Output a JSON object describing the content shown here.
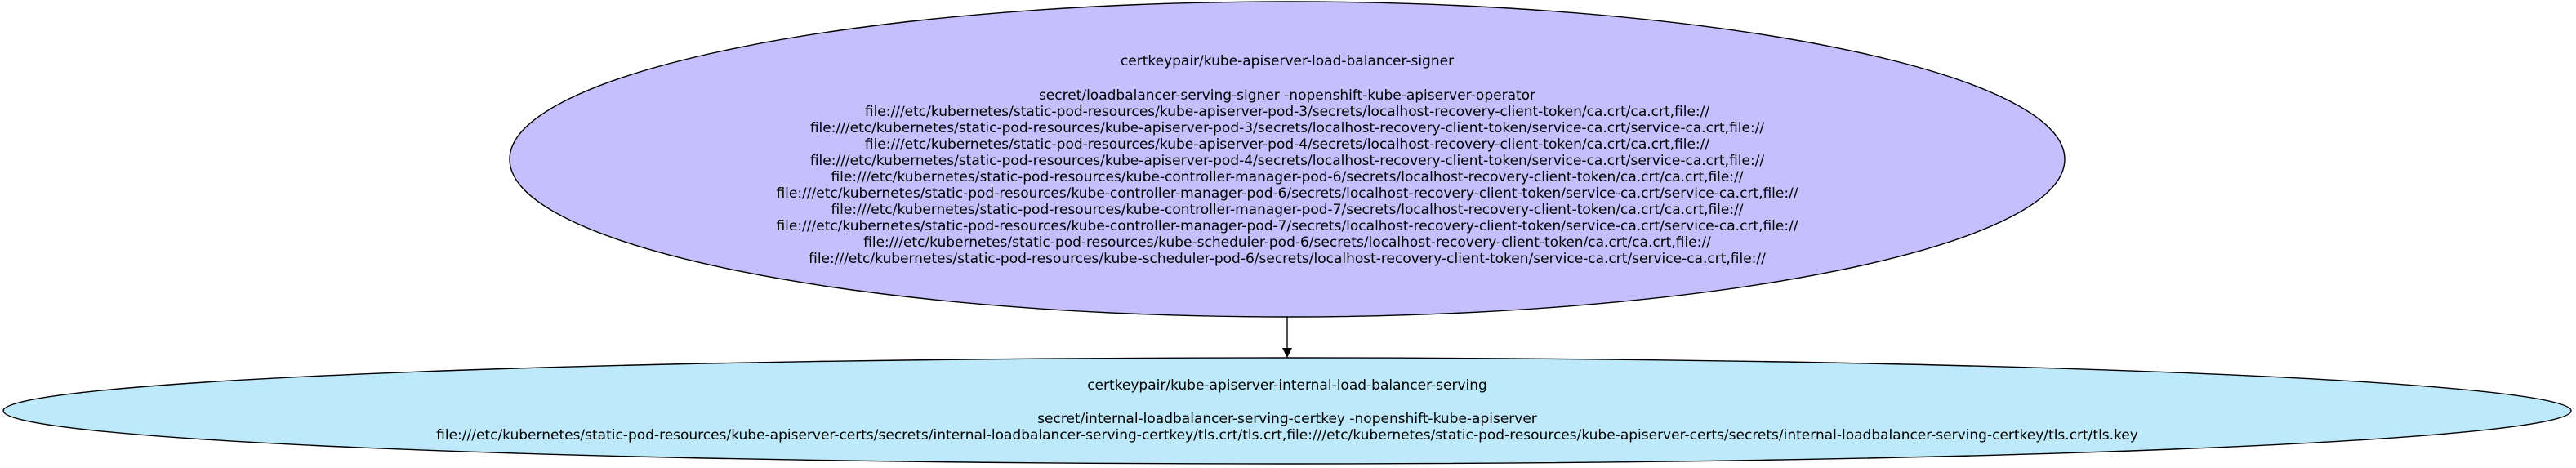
{
  "colors": {
    "signer_fill": "#c5bffd",
    "serving_fill": "#bde9fb",
    "stroke": "#000000",
    "edge": "#000000"
  },
  "nodes": {
    "signer": {
      "title": "certkeypair/kube-apiserver-load-balancer-signer",
      "lines": [
        "secret/loadbalancer-serving-signer -nopenshift-kube-apiserver-operator",
        "file:///etc/kubernetes/static-pod-resources/kube-apiserver-pod-3/secrets/localhost-recovery-client-token/ca.crt/ca.crt,file://",
        "file:///etc/kubernetes/static-pod-resources/kube-apiserver-pod-3/secrets/localhost-recovery-client-token/service-ca.crt/service-ca.crt,file://",
        "file:///etc/kubernetes/static-pod-resources/kube-apiserver-pod-4/secrets/localhost-recovery-client-token/ca.crt/ca.crt,file://",
        "file:///etc/kubernetes/static-pod-resources/kube-apiserver-pod-4/secrets/localhost-recovery-client-token/service-ca.crt/service-ca.crt,file://",
        "file:///etc/kubernetes/static-pod-resources/kube-controller-manager-pod-6/secrets/localhost-recovery-client-token/ca.crt/ca.crt,file://",
        "file:///etc/kubernetes/static-pod-resources/kube-controller-manager-pod-6/secrets/localhost-recovery-client-token/service-ca.crt/service-ca.crt,file://",
        "file:///etc/kubernetes/static-pod-resources/kube-controller-manager-pod-7/secrets/localhost-recovery-client-token/ca.crt/ca.crt,file://",
        "file:///etc/kubernetes/static-pod-resources/kube-controller-manager-pod-7/secrets/localhost-recovery-client-token/service-ca.crt/service-ca.crt,file://",
        "file:///etc/kubernetes/static-pod-resources/kube-scheduler-pod-6/secrets/localhost-recovery-client-token/ca.crt/ca.crt,file://",
        "file:///etc/kubernetes/static-pod-resources/kube-scheduler-pod-6/secrets/localhost-recovery-client-token/service-ca.crt/service-ca.crt,file://"
      ]
    },
    "serving": {
      "title": "certkeypair/kube-apiserver-internal-load-balancer-serving",
      "lines": [
        "secret/internal-loadbalancer-serving-certkey -nopenshift-kube-apiserver",
        "file:///etc/kubernetes/static-pod-resources/kube-apiserver-certs/secrets/internal-loadbalancer-serving-certkey/tls.crt/tls.crt,file:///etc/kubernetes/static-pod-resources/kube-apiserver-certs/secrets/internal-loadbalancer-serving-certkey/tls.crt/tls.key"
      ]
    }
  }
}
